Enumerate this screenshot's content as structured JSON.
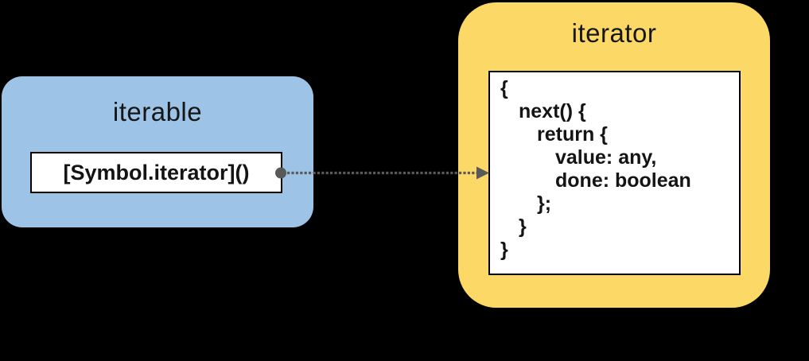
{
  "diagram": {
    "background_color": "#000000",
    "iterable": {
      "title": "iterable",
      "fill_color": "#9dc3e6",
      "method_label": "[Symbol.iterator]()"
    },
    "iterator": {
      "title": "iterator",
      "fill_color": "#fcd966",
      "code_lines": [
        {
          "indent": 0,
          "text": "{"
        },
        {
          "indent": 1,
          "text": "next() {"
        },
        {
          "indent": 2,
          "text": "return {"
        },
        {
          "indent": 3,
          "text": "value: any,"
        },
        {
          "indent": 3,
          "text": "done: boolean"
        },
        {
          "indent": 2,
          "text": "};"
        },
        {
          "indent": 1,
          "text": "}"
        },
        {
          "indent": 0,
          "text": "}"
        }
      ]
    },
    "arrow": {
      "color": "#595959",
      "style": "dotted",
      "from": "iterable-method",
      "to": "iterator-code"
    }
  }
}
